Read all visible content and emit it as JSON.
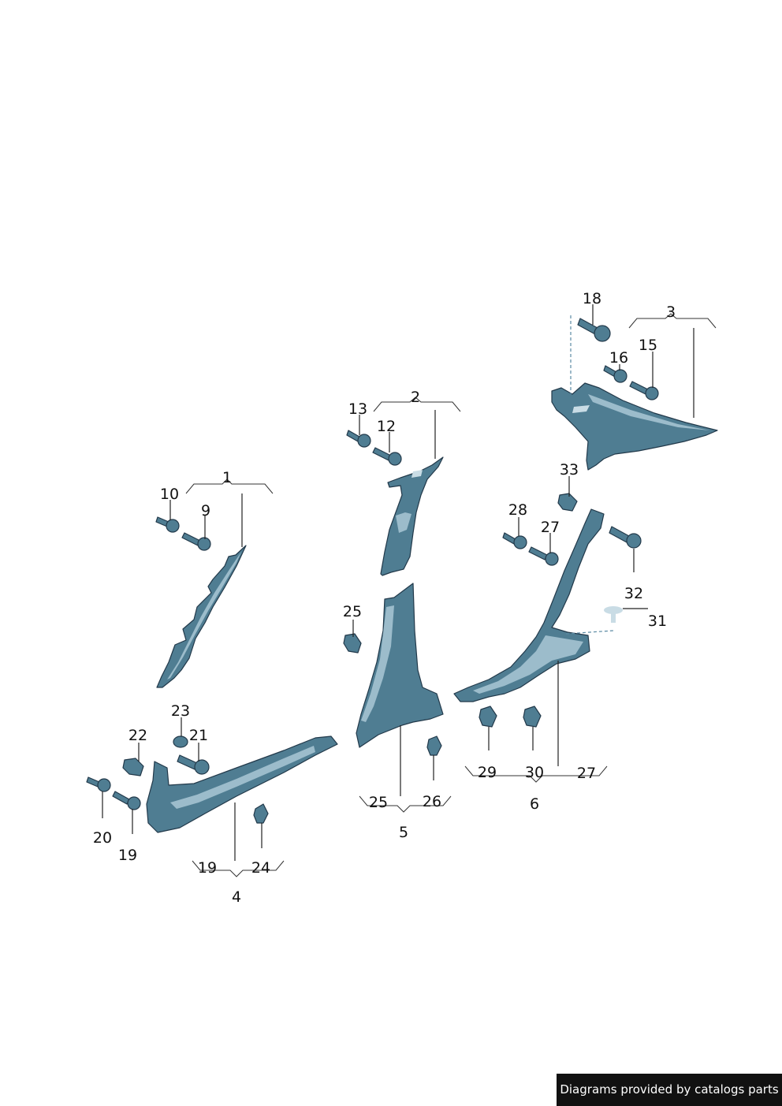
{
  "callouts": [
    "1",
    "2",
    "3",
    "4",
    "5",
    "6",
    "9",
    "10",
    "12",
    "13",
    "15",
    "16",
    "18",
    "19",
    "19",
    "20",
    "21",
    "22",
    "23",
    "24",
    "25",
    "25",
    "26",
    "27",
    "27",
    "28",
    "29",
    "30",
    "31",
    "32",
    "33"
  ],
  "footer": {
    "credit": "Diagrams provided by catalogs parts"
  },
  "colors": {
    "part_fill": "#4f7d92",
    "part_highlight": "#9cbccb",
    "outline": "#22394a",
    "credit_bg": "#111111"
  }
}
